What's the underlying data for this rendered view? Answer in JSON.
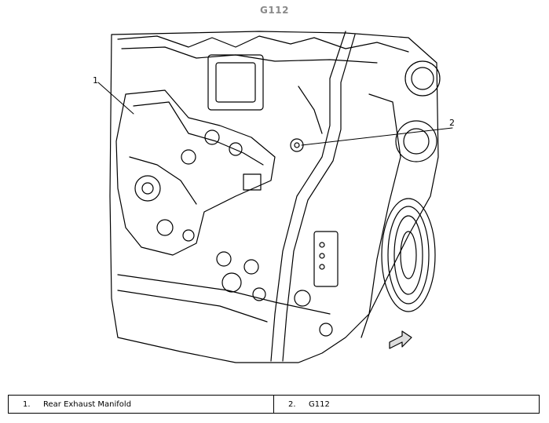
{
  "title": "G112",
  "callouts": [
    "1",
    "2"
  ],
  "legend": [
    {
      "number": "1.",
      "label": "Rear Exhaust Manifold"
    },
    {
      "number": "2.",
      "label": "G112"
    }
  ]
}
